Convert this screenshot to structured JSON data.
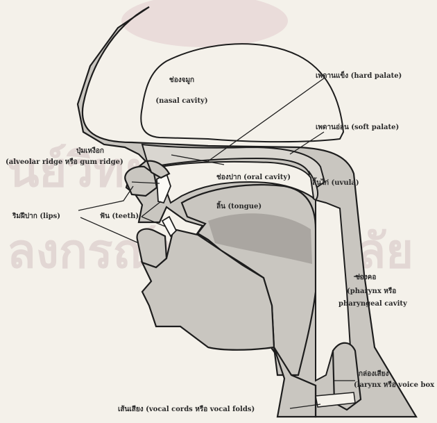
{
  "labels": {
    "nasal_cavity_th": "ช่องจมูก",
    "nasal_cavity_en": "(nasal cavity)",
    "hard_palate": "เพดานแข็ง (hard palate)",
    "soft_palate": "เพดานอ่อน (soft palate)",
    "alveolar_th": "ปุ่มเหงือก",
    "alveolar_en": "(alveolar ridge หรือ gum ridge)",
    "oral_cavity": "ช่องปาก (oral cavity)",
    "uvula": "ลิ้นไก่ (uvula)",
    "lips": "ริมฝีปาก (lips)",
    "teeth": "ฟัน (teeth)",
    "tongue": "ลิ้น (tongue)",
    "pharynx_th": "ช่องคอ",
    "pharynx_en1": "(pharynx หรือ",
    "pharynx_en2": "pharyngeal cavity",
    "larynx_th": "กล่องเสียง",
    "larynx_en": "(larynx หรือ voice box",
    "vocal_cords": "เส้นเสียง (vocal cords หรือ vocal folds)"
  },
  "watermark": {
    "line1": "นย์วิทยทรัพยากร",
    "line2": "ลงกรณ์มหาวิทยาลัย",
    "color": "#c2a9ad"
  },
  "colors": {
    "background": "#f4f1ea",
    "tissue": "#c9c6c0",
    "outline": "#1d1d1d"
  }
}
